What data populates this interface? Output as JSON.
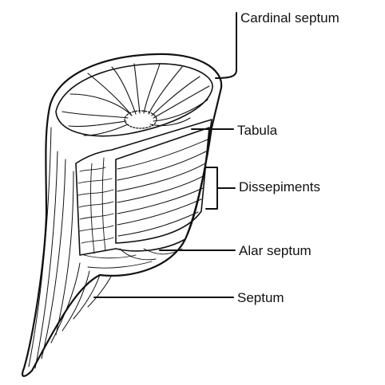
{
  "labels": {
    "cardinal_septum": "Cardinal septum",
    "tabula": "Tabula",
    "dissepiments": "Dissepiments",
    "alar_septum": "Alar septum",
    "septum": "Septum"
  },
  "colors": {
    "ink": "#111111",
    "paper": "#ffffff"
  }
}
